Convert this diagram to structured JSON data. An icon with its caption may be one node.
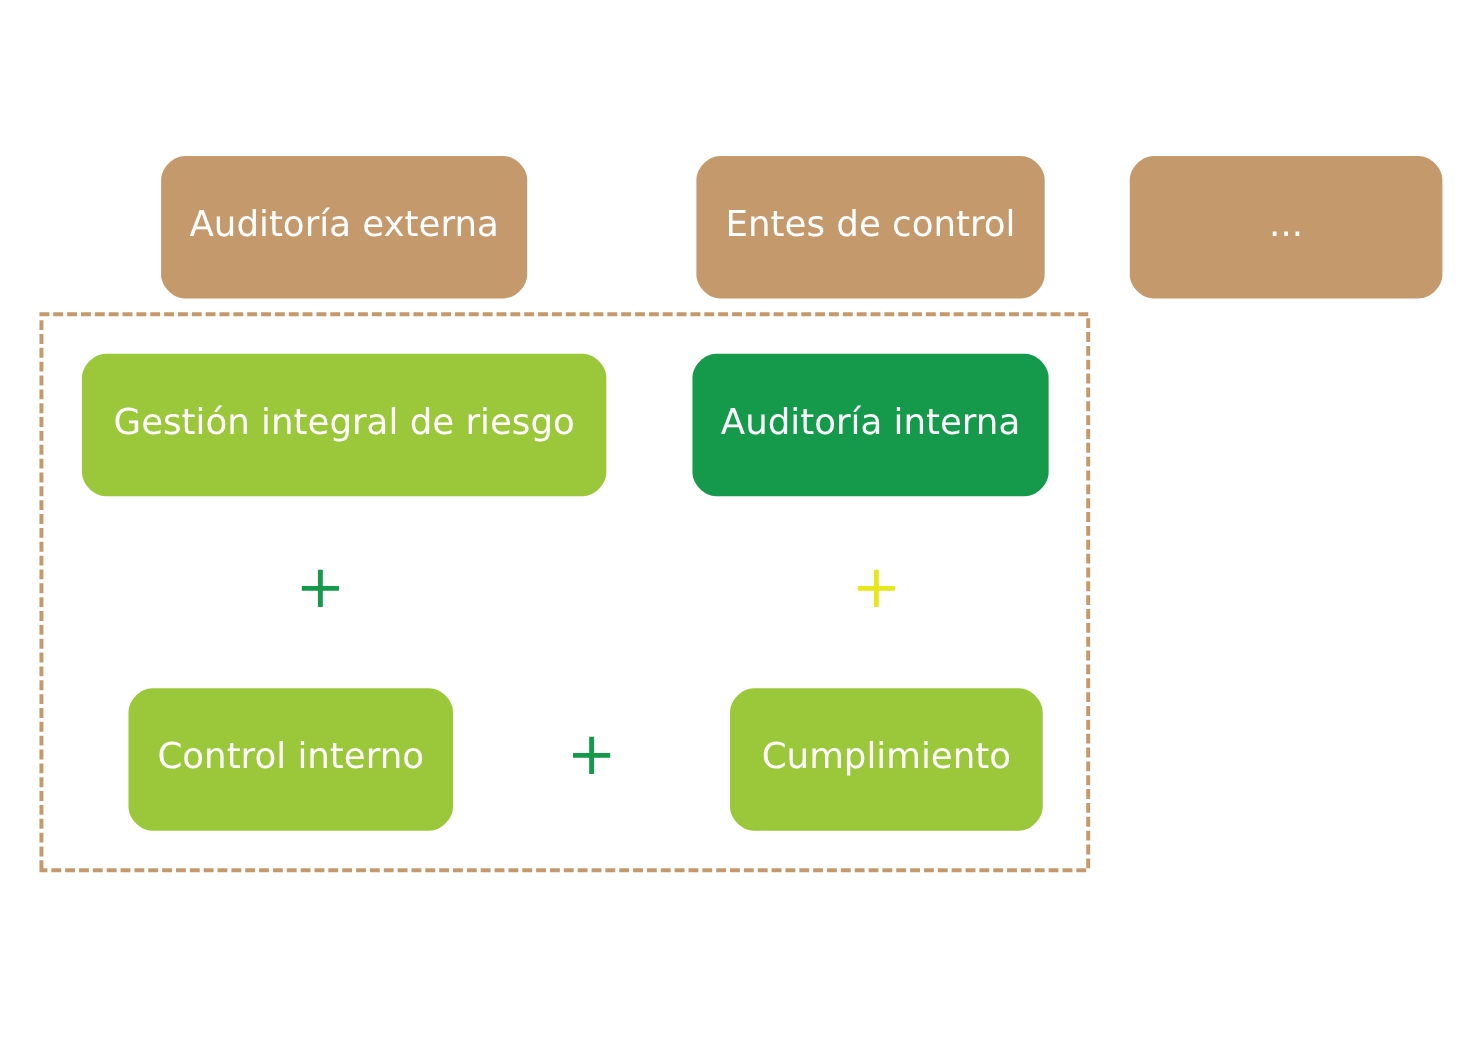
{
  "diagram": {
    "nodes": [
      {
        "text": [
          "Auditoría externa"
        ]
      },
      {
        "text": [
          "Entes de control"
        ]
      },
      {
        "text": [
          "..."
        ]
      },
      {
        "text": [],
        "shape": "box"
      },
      {
        "text": [
          "Gestión integral de riesgo"
        ],
        "in": 3
      },
      {
        "text": [
          "Auditoría interna"
        ],
        "in": 3
      },
      {
        "text": [
          "Control interno"
        ],
        "in": 3
      },
      {
        "text": [
          "Cumplimiento"
        ],
        "in": 3
      }
    ],
    "edges": [],
    "labels": [
      "+",
      "+",
      "+"
    ]
  }
}
